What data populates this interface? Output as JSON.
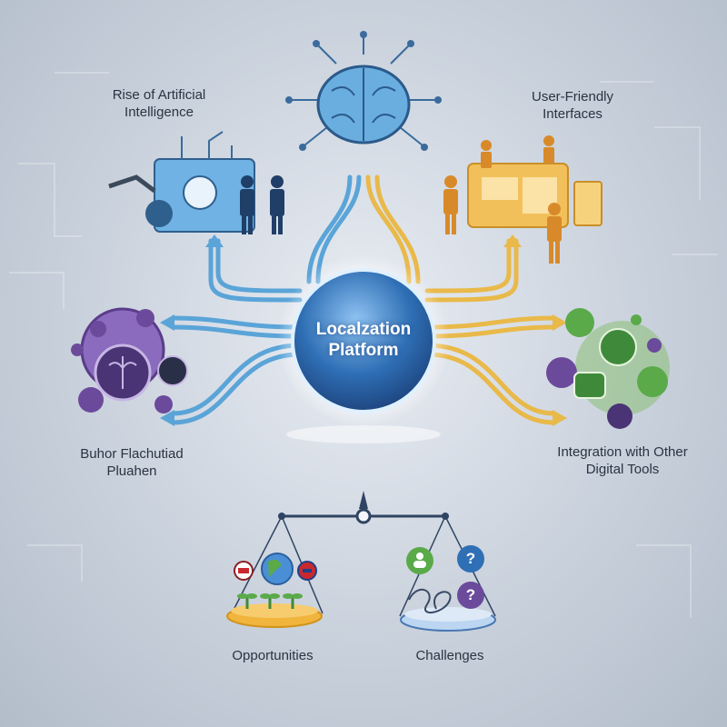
{
  "hub": {
    "title": "Localzation\nPlatform"
  },
  "topics": {
    "ai": "Rise of Artificial\nIntelligence",
    "ui": "User-Friendly\nInterfaces",
    "left": "Buhor Flachutiad\nPluahen",
    "integration": "Integration with Other\nDigital Tools"
  },
  "scale": {
    "left_label": "Opportunities",
    "right_label": "Challenges",
    "right_badge_1": "?",
    "right_badge_2": "?"
  },
  "colors": {
    "blue_path": "#5aa4d8",
    "gold_path": "#e9b949",
    "purple": "#6b4a9c",
    "green": "#5aaa4a",
    "hub": "#2f6fb5"
  },
  "icons": {
    "ai": "brain-circuit-icon",
    "ai_cluster": "robot-arm-and-people-icon",
    "ui": "interface-screens-and-people-icon",
    "left": "brain-gears-icon",
    "integration": "app-icons-cluster",
    "opportunities": "globe-flags-seedlings-icon",
    "challenges": "question-marks-tangle-icon"
  }
}
